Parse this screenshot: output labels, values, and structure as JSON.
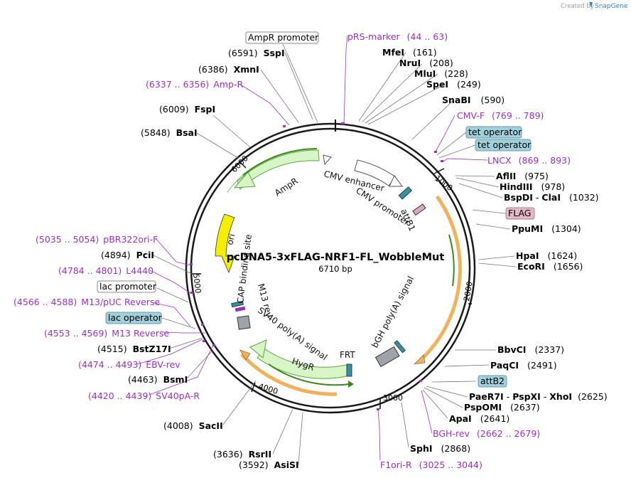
{
  "plasmid": {
    "name": "pcDNA5-3xFLAG-NRF1-FL_WobbleMut",
    "length_label": "6710 bp",
    "length": 6710
  },
  "credit": {
    "prefix": "Created by",
    "brand": "SnapGene"
  },
  "ticks": [
    {
      "text": "1000",
      "pos": 1000
    },
    {
      "text": "2000",
      "pos": 2000
    },
    {
      "text": "3000",
      "pos": 3000
    },
    {
      "text": "4000",
      "pos": 4000
    },
    {
      "text": "5000",
      "pos": 5000
    },
    {
      "text": "6000",
      "pos": 6000
    }
  ],
  "sites": [
    {
      "name": "SspI",
      "coord": "(6591)"
    },
    {
      "name": "XmnI",
      "coord": "(6386)"
    },
    {
      "name": "FspI",
      "coord": "(6009)"
    },
    {
      "name": "BsaI",
      "coord": "(5848)"
    },
    {
      "name": "MfeI",
      "coord": "(161)"
    },
    {
      "name": "NruI",
      "coord": "(208)"
    },
    {
      "name": "MluI",
      "coord": "(228)"
    },
    {
      "name": "SpeI",
      "coord": "(249)"
    },
    {
      "name": "SnaBI",
      "coord": "(590)"
    },
    {
      "name": "AflII",
      "coord": "(975)"
    },
    {
      "name": "HindIII",
      "coord": "(978)"
    },
    {
      "name": "BspDI",
      "sep": " - ",
      "name2": "ClaI",
      "coord": "(1032)"
    },
    {
      "name": "PpuMI",
      "coord": "(1304)"
    },
    {
      "name": "HpaI",
      "coord": "(1624)"
    },
    {
      "name": "EcoRI",
      "coord": "(1656)"
    },
    {
      "name": "BbvCI",
      "coord": "(2337)"
    },
    {
      "name": "PaqCI",
      "coord": "(2491)"
    },
    {
      "name": "PaeR7I",
      "sep": " - ",
      "name2": "PspXI",
      "sep2": " - ",
      "name3": "XhoI",
      "coord": "(2625)"
    },
    {
      "name": "PspOMI",
      "coord": "(2637)"
    },
    {
      "name": "ApaI",
      "coord": "(2641)"
    },
    {
      "name": "SphI",
      "coord": "(2868)"
    },
    {
      "name": "PciI",
      "coord": "(4894)"
    },
    {
      "name": "BstZ17I",
      "coord": "(4515)"
    },
    {
      "name": "BsmI",
      "coord": "(4463)"
    },
    {
      "name": "SacII",
      "coord": "(4008)"
    },
    {
      "name": "RsrII",
      "coord": "(3636)"
    },
    {
      "name": "AsiSI",
      "coord": "(3592)"
    }
  ],
  "primers": [
    {
      "name": "pRS-marker",
      "range": "(44 .. 63)"
    },
    {
      "name": "Amp-R",
      "range": "(6337 .. 6356)"
    },
    {
      "name": "CMV-F",
      "range": "(769 .. 789)"
    },
    {
      "name": "LNCX",
      "range": "(869 .. 893)"
    },
    {
      "name": "pBR322ori-F",
      "range": "(5035 .. 5054)"
    },
    {
      "name": "L4440",
      "range": "(4784 .. 4801)"
    },
    {
      "name": "M13/pUC Reverse",
      "range": "(4566 .. 4588)"
    },
    {
      "name": "M13 Reverse",
      "range": "(4553 .. 4569)"
    },
    {
      "name": "EBV-rev",
      "range": "(4474 .. 4493)"
    },
    {
      "name": "SV40pA-R",
      "range": "(4420 .. 4439)"
    },
    {
      "name": "BGH-rev",
      "range": "(2662 .. 2679)"
    },
    {
      "name": "F1ori-R",
      "range": "(3025 .. 3044)"
    }
  ],
  "boxed_features": [
    {
      "name": "AmpR promoter",
      "style": "white"
    },
    {
      "name": "tet operator",
      "style": "blue"
    },
    {
      "name": "tet operator",
      "style": "blue"
    },
    {
      "name": "FLAG",
      "style": "pink"
    },
    {
      "name": "attB2",
      "style": "blue"
    },
    {
      "name": "lac promoter",
      "style": "white"
    },
    {
      "name": "lac operator",
      "style": "blue"
    }
  ],
  "inner_features": {
    "ampr": "AmpR",
    "ori": "ori",
    "cmv_enhancer": "CMV enhancer",
    "cmv_promoter": "CMV promoter",
    "attb1": "attB1",
    "cap_site": "CAP binding site",
    "m13_rev": "M13 rev",
    "sv40": "SV40 poly(A) signal",
    "hygr": "HygR",
    "frt": "FRT",
    "bgh": "bGH poly(A) signal"
  },
  "colors": {
    "ring": "#1a1a1a",
    "green_fill": "#d8f5c8",
    "green_stroke": "#5aa83a",
    "orf_orange": "#f2b15a",
    "ori_yellow": "#f5ee00",
    "purple": "#9b2fc9",
    "teal": "#3a8fa0",
    "grey": "#a0a4aa",
    "blue_box": "#9fd0dc",
    "pink_box": "#e3b7c7"
  }
}
